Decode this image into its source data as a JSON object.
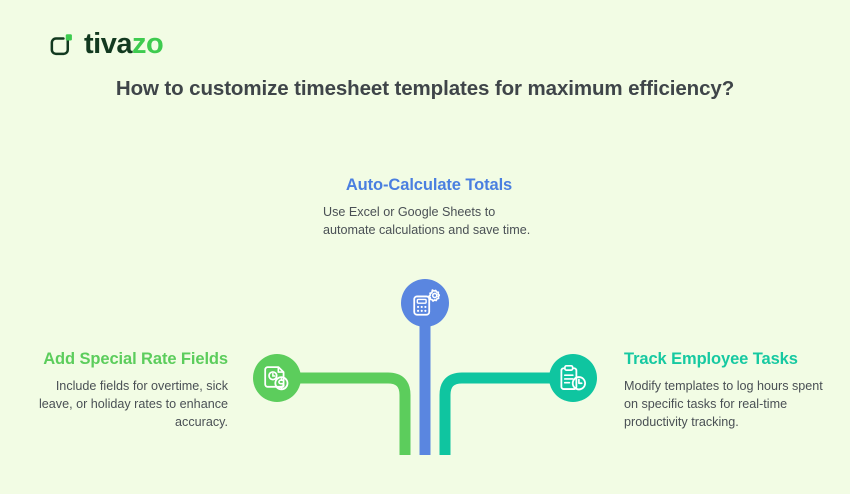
{
  "brand": {
    "icon": "tivazo-bracket-logo-icon",
    "name_part1": "tiva",
    "name_part2": "zo"
  },
  "title": "How to customize timesheet templates for maximum efficiency?",
  "colors": {
    "background": "#f2fce4",
    "title": "#3f4549",
    "body_text": "#4a5055",
    "green": "#5ccd5c",
    "blue": "#5a86e0",
    "blue_heading": "#4a7fe0",
    "teal": "#0fc5a0",
    "teal_heading": "#16c9a1",
    "logo_dark": "#12391f",
    "logo_green": "#3ecb4f"
  },
  "branches": {
    "center": {
      "heading": "Auto-Calculate Totals",
      "body": "Use Excel or Google Sheets to automate calculations and save time.",
      "icon": "calculator-gear-icon",
      "accent": "#5a86e0"
    },
    "left": {
      "heading": "Add Special Rate Fields",
      "body": "Include fields for overtime, sick leave, or holiday rates to enhance accuracy.",
      "icon": "document-clock-dollar-icon",
      "accent": "#5ccd5c"
    },
    "right": {
      "heading": "Track Employee Tasks",
      "body": "Modify templates to log hours spent on specific tasks for real-time productivity tracking.",
      "icon": "clipboard-clock-icon",
      "accent": "#0fc5a0"
    }
  }
}
